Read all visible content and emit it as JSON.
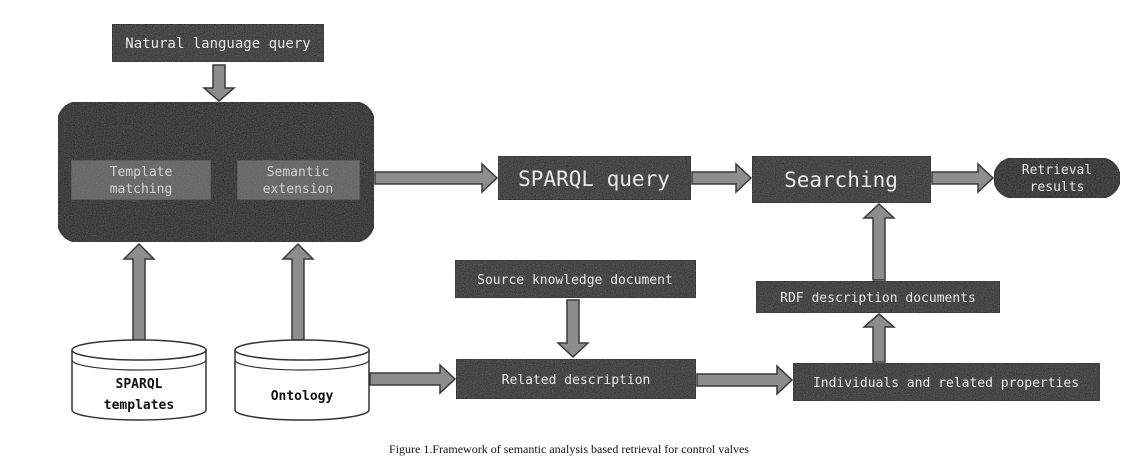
{
  "diagram": {
    "nodes": {
      "nl_query": "Natural language query",
      "template_matching": [
        "Template",
        "matching"
      ],
      "semantic_extension": [
        "Semantic",
        "extension"
      ],
      "sparql_query": "SPARQL query",
      "searching": "Searching",
      "retrieval_results": [
        "Retrieval",
        "results"
      ],
      "source_knowledge": "Source knowledge document",
      "rdf_documents": "RDF description documents",
      "sparql_templates": [
        "SPARQL",
        "templates"
      ],
      "ontology": "Ontology",
      "related_description": "Related description",
      "individuals": "Individuals and related properties"
    },
    "caption": "Figure 1.Framework of semantic analysis based retrieval for control valves"
  },
  "colors": {
    "box_dark": "#2b2b2b",
    "box_black": "#1c1c1c",
    "inner_box": "#5e5e5e",
    "arrow_fill": "#8d8d8d",
    "arrow_stroke": "#3a3a3a",
    "db_fill": "#ffffff",
    "db_stroke": "#333333"
  }
}
